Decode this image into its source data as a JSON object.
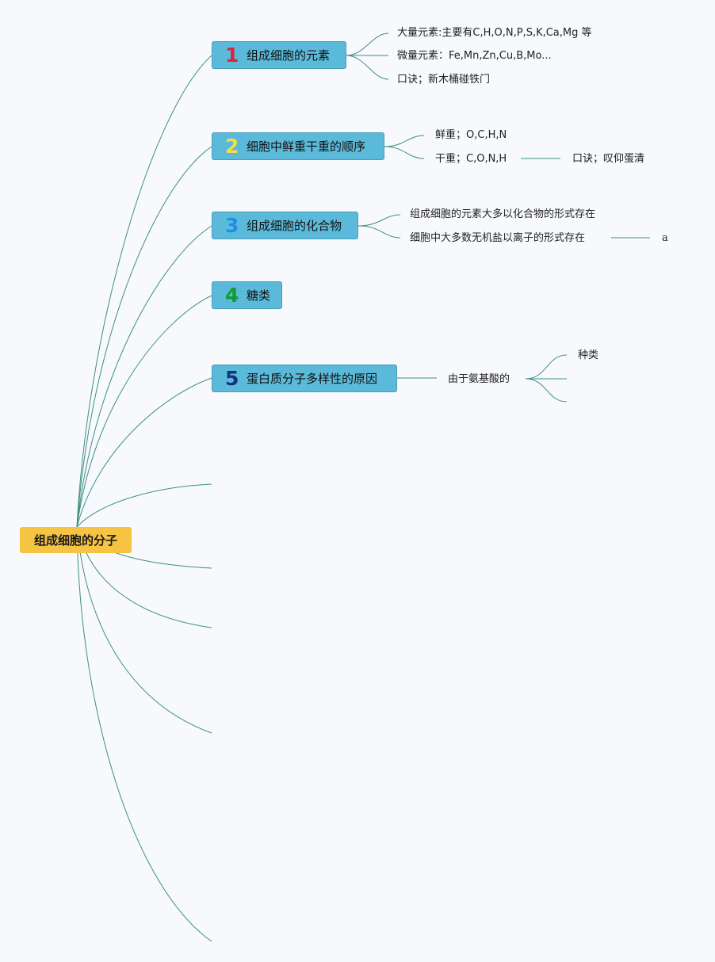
{
  "root": {
    "label": "组成细胞的分子"
  },
  "topics": [
    {
      "num": "1",
      "num_color": "#d9263b",
      "label": "组成细胞的元素"
    },
    {
      "num": "2",
      "num_color": "#f4dd4c",
      "label": "细胞中鲜重干重的顺序"
    },
    {
      "num": "3",
      "num_color": "#1f8fe6",
      "label": "组成细胞的化合物"
    },
    {
      "num": "4",
      "num_color": "#129c2c",
      "label": "糖类"
    },
    {
      "num": "5",
      "num_color": "#15307f",
      "label": "蛋白质分子多样性的原因"
    }
  ],
  "topic1_children": [
    "大量元素:主要有C,H,O,N,P,S,K,Ca,Mg 等",
    "微量元素：Fe,Mn,Zn,Cu,B,Mo...",
    "口诀；新木桶碰铁门"
  ],
  "topic2_children": [
    "鲜重；O,C,H,N",
    "干重；C,O,N,H"
  ],
  "topic2_sub": "口诀；叹仰蛋清",
  "topic3_children": [
    "组成细胞的元素大多以化合物的形式存在",
    "细胞中大多数无机盐以离子的形式存在"
  ],
  "topic3_sub": "a",
  "topic5_child": "由于氨基酸的",
  "topic5_sub": [
    "种类",
    "",
    ""
  ],
  "colors": {
    "background": "#f7f9fd",
    "root_fill": "#f6c343",
    "topic_fill": "#5bbad9",
    "connector": "#3e8f80"
  }
}
